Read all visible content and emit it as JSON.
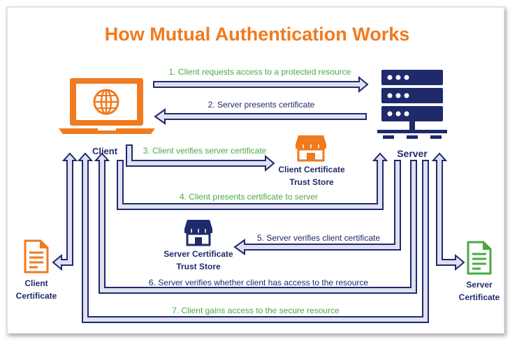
{
  "title": "How Mutual Authentication Works",
  "colors": {
    "orange": "#f07a1e",
    "navy": "#1f2a6b",
    "green": "#4ba843",
    "arrow_fill": "#dfe1f2",
    "arrow_stroke": "#1f2a6b"
  },
  "icons": {
    "client": "laptop-globe-icon",
    "server": "server-rack-icon",
    "client_trust_store": "storefront-icon",
    "server_trust_store": "storefront-icon",
    "client_certificate": "document-icon",
    "server_certificate": "document-icon"
  },
  "nodes": {
    "client": "Client",
    "server": "Server",
    "client_trust_store": [
      "Client Certificate",
      "Trust Store"
    ],
    "server_trust_store": [
      "Server Certificate",
      "Trust Store"
    ],
    "client_certificate": [
      "Client",
      "Certificate"
    ],
    "server_certificate": [
      "Server",
      "Certificate"
    ]
  },
  "steps": [
    "1. Client requests access to a protected resource",
    "2. Server presents certificate",
    "3. Client verifies server certificate",
    "4. Client presents certificate to server",
    "5. Server verifies client certificate",
    "6. Server verifies whether client has access to the resource",
    "7. Client gains access to the secure resource"
  ]
}
